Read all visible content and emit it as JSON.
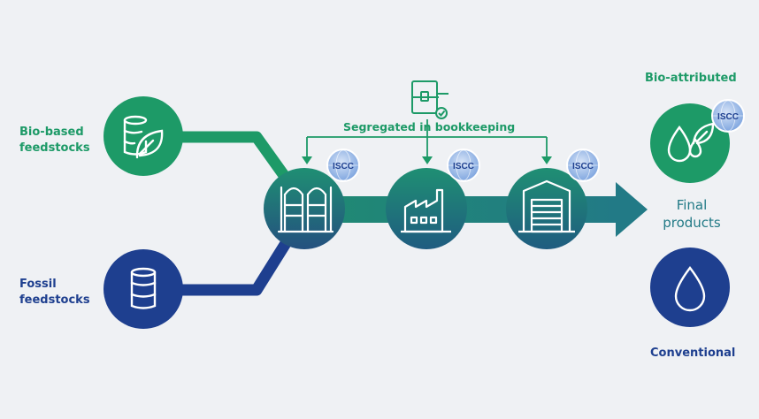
{
  "labels": {
    "bio_feedstocks": "Bio-based feedstocks",
    "fossil_feedstocks": "Fossil feedstocks",
    "segregated": "Segregated in bookkeeping",
    "bio_attributed": "Bio-attributed",
    "final_products": "Final products",
    "conventional": "Conventional"
  },
  "badge_text": "ISCC",
  "colors": {
    "background": "#eff1f4",
    "green": "#1d9a67",
    "navy": "#1e3f8f",
    "teal": "#227a86",
    "badge": "#8fb3e8"
  },
  "icons": [
    "barrel-leaf-icon",
    "barrel-icon",
    "silo-icon",
    "factory-icon",
    "warehouse-icon",
    "ledger-check-icon",
    "drops-leaf-icon",
    "drop-icon",
    "iscc-badge-icon"
  ]
}
